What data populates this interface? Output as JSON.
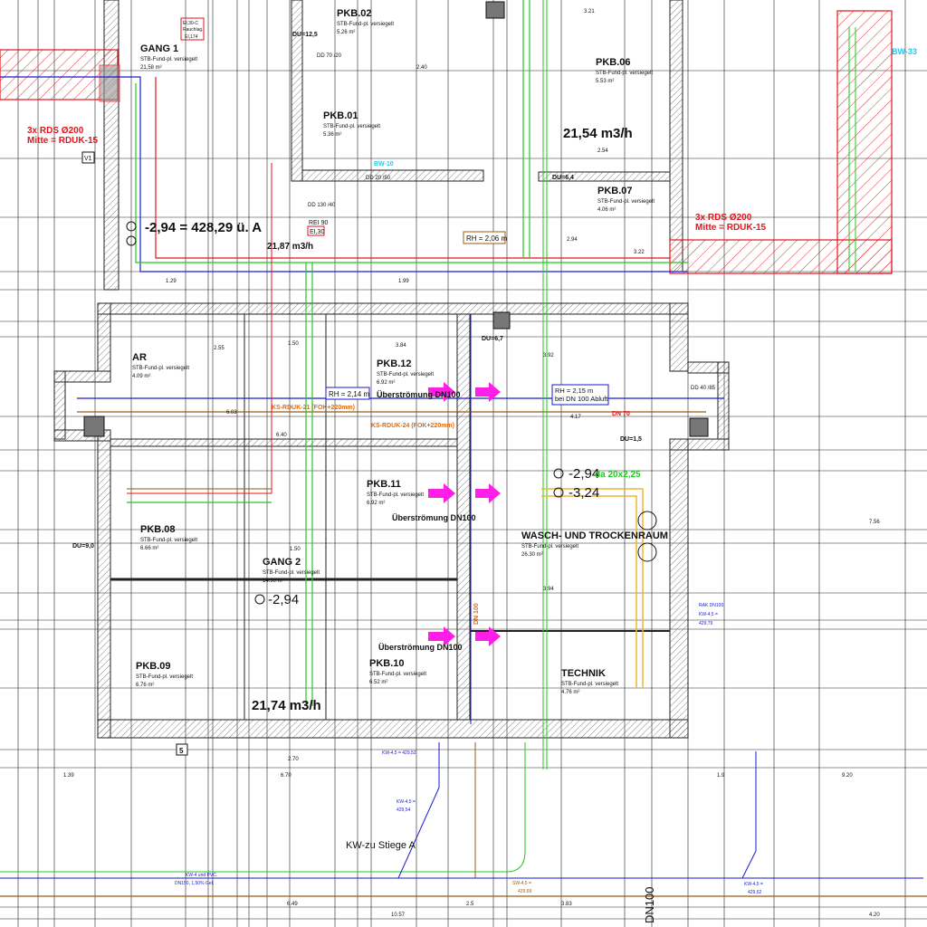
{
  "colors": {
    "wall_hatch": "#555555",
    "duct": "#e4141b",
    "supply": "#1a1ad0",
    "heating": "#22c822",
    "sewage": "#9a5a10",
    "vent": "#e86a0a",
    "airflow_arrow": "#ff1ee8",
    "floor_heating": "#f2b630"
  },
  "rooms": {
    "gang1": {
      "name": "GANG 1",
      "floor": "STB-Fund-pl. versiegelt",
      "area": "21,58 m²"
    },
    "pkb02": {
      "name": "PKB.02",
      "floor": "STB-Fund-pl. versiegelt",
      "area": "5.26 m²"
    },
    "pkb01": {
      "name": "PKB.01",
      "floor": "STB-Fund-pl. versiegelt",
      "area": "5.36 m²"
    },
    "pkb06": {
      "name": "PKB.06",
      "floor": "STB-Fund-pl. versiegelt",
      "area": "5.53 m²"
    },
    "pkb07": {
      "name": "PKB.07",
      "floor": "STB-Fund-pl. versiegelt",
      "area": "4.06 m²"
    },
    "ar": {
      "name": "AR",
      "floor": "STB-Fund-pl. versiegelt",
      "area": "4.09 m²"
    },
    "pkb12": {
      "name": "PKB.12",
      "floor": "STB-Fund-pl. versiegelt",
      "area": "6.92 m²"
    },
    "pkb11": {
      "name": "PKB.11",
      "floor": "STB-Fund-pl. versiegelt",
      "area": "6.92 m²"
    },
    "pkb08": {
      "name": "PKB.08",
      "floor": "STB-Fund-pl. versiegelt",
      "area": "6.66 m²"
    },
    "gang2": {
      "name": "GANG 2",
      "floor": "STB-Fund-pl. versiegelt",
      "area": "14.90 m²"
    },
    "pkb09": {
      "name": "PKB.09",
      "floor": "STB-Fund-pl. versiegelt",
      "area": "6.76 m²"
    },
    "pkb10": {
      "name": "PKB.10",
      "floor": "STB-Fund-pl. versiegelt",
      "area": "6.52 m²"
    },
    "wasch": {
      "name": "WASCH- UND TROCKENRAUM",
      "floor": "STB-Fund-pl. versiegelt",
      "area": "26.30 m²"
    },
    "technik": {
      "name": "TECHNIK",
      "floor": "STB-Fund-pl. versiegelt",
      "area": "4.76 m²"
    }
  },
  "annotations": {
    "rds_left_1": "3x RDS Ø200",
    "rds_left_2": "Mitte = RDUK-15",
    "rds_right_1": "3x RDS Ø200",
    "rds_right_2": "Mitte = RDUK-15",
    "level_main": "-2,94 = 428,29 ü. A",
    "level_gang2": "-2,94",
    "level_wasch_1": "-2,94",
    "level_wasch_2": "-3,24",
    "pipe_da": "da 20x2,25",
    "flow_1": "21,54 m3/h",
    "flow_2": "21,87 m3/h",
    "flow_3": "21,74 m3/h",
    "rh_1": "RH = 2,06 m",
    "rh_2": "RH = 2,14 m",
    "rh_3a": "RH = 2,15 m",
    "rh_3b": "bei DN 100 Abluft",
    "overflow": "Überströmung DN100",
    "ks_21": "KS-RDUK-21 (FOK+220mm)",
    "ks_24": "KS-RDUK-24 (FOK+220mm)",
    "dn70": "DN 70",
    "dn100": "DN 100",
    "fire_door_1": "EI,30-C",
    "fire_door_2": "Rauchlag.",
    "fire_door_3": "EI,174",
    "relso": "REI 90",
    "ei30": "EI,30",
    "v1": "V1",
    "five": "5",
    "bw33": "BW-33",
    "bw10": "BW-10",
    "du_1": "DU=12,5",
    "du_2": "DU=6,4",
    "du_3": "DU=6,7",
    "du_4": "DU=9,0",
    "du_5": "DU=1,5",
    "kw_stiege": "KW-zu Stiege A",
    "kw_pipe_1": "KW-4 und PVC.",
    "kw_pipe_2": "DN150, 1,50% Gef.",
    "kw_lvl_1": "KW-4,5 = 429,52",
    "kw_lvl_2a": "KW-4,5 =",
    "kw_lvl_2b": "429,54",
    "sw_lvl_a": "SW-4,5 =",
    "sw_lvl_b": "429,69",
    "kw_lvl_3a": "KW-4,5 =",
    "kw_lvl_3b": "429,62",
    "rak": "RAK DN100",
    "kw_lvl_4a": "KW-4,5 =",
    "kw_lvl_4b": "429,79",
    "dd_1": "DD 70 /20",
    "dd_2": "DD 20 /50",
    "dd_3": "DD 40 /85",
    "dd_4": "DD 130 /40",
    "dn_bottom": "DN100",
    "dims": [
      "1.29",
      "1.50",
      "1.99",
      "3.21",
      "2.54",
      "2.94",
      "3.22",
      "3.92",
      "4.17",
      "3.94",
      "3.84",
      "2.55",
      "2.40",
      "6.03",
      "6.40",
      "1.50",
      "7.56",
      "9.20",
      "1.39",
      "6.70",
      "2.70",
      "6.49",
      "10.57",
      "2.5",
      "3.83",
      "4.20",
      "1.9"
    ]
  }
}
